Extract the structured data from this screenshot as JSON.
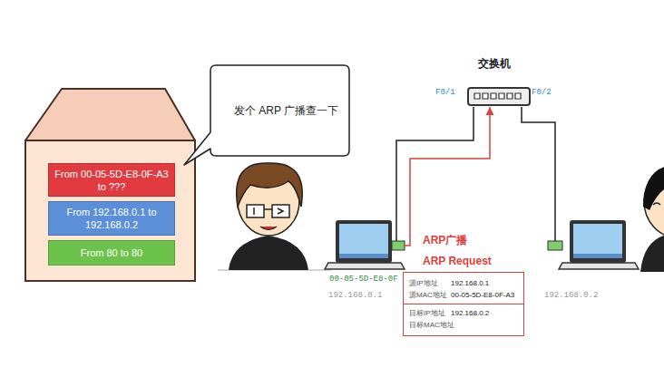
{
  "diagram": {
    "nodes": [
      {
        "text": [
          "From 00-05-5D-E8-0F-A3 to ???"
        ]
      },
      {
        "text": [
          "From 192.168.0.1 to 192.168.0.2"
        ]
      },
      {
        "text": [
          "From 80 to 80"
        ]
      },
      {
        "text": [
          "发个 ARP 广播查一下"
        ]
      },
      {
        "text": [
          "交换机"
        ]
      },
      {
        "text": [
          "00-05-5D-E8-0F",
          "192.168.0.1"
        ]
      },
      {
        "text": [
          "源IP地址",
          "192.168.0.1",
          "源MAC地址",
          "00-05-5D-E8-0F-A3",
          "目标IP地址",
          "192.168.0.2",
          "目标MAC地址"
        ]
      },
      {
        "text": [
          "192.168.0.2"
        ]
      }
    ],
    "edges": [
      {
        "from": 5,
        "to": 4,
        "arrow": "none"
      },
      {
        "from": 5,
        "to": 4,
        "arrow": "to"
      },
      {
        "from": 4,
        "to": 7,
        "arrow": "none"
      }
    ],
    "labels": [
      "F0/1",
      "F0/2",
      "ARP广播",
      "ARP Request"
    ]
  }
}
